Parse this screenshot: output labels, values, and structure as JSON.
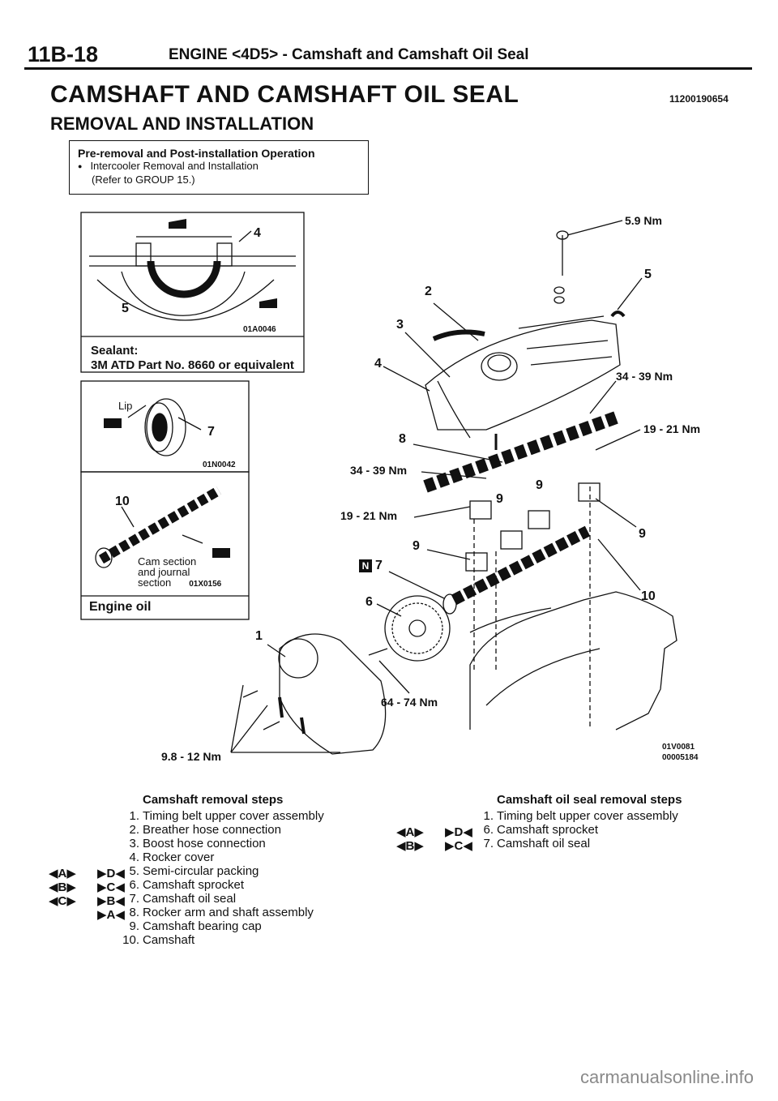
{
  "header": {
    "code": "11B-18",
    "title": "ENGINE <4D5> - Camshaft and Camshaft Oil Seal"
  },
  "title": "CAMSHAFT AND CAMSHAFT OIL SEAL",
  "doc_number": "11200190654",
  "subtitle": "REMOVAL AND INSTALLATION",
  "pre_removal": {
    "heading": "Pre-removal and Post-installation Operation",
    "item": "Intercooler Removal and Installation",
    "note": "(Refer to GROUP 15.)"
  },
  "inset_sealant": {
    "label_4": "4",
    "label_5": "5",
    "code": "01A0046",
    "sealant_title": "Sealant:",
    "sealant_text": "3M ATD Part No. 8660 or equivalent"
  },
  "inset_lip": {
    "lip": "Lip",
    "label_7": "7",
    "code": "01N0042"
  },
  "inset_cam": {
    "label_10": "10",
    "cam_line1": "Cam section",
    "cam_line2": "and journal",
    "cam_line3": "section",
    "code": "01X0156",
    "engine_oil": "Engine oil"
  },
  "diagram": {
    "torque_top": "5.9 Nm",
    "torque_34_right": "34 - 39 Nm",
    "torque_19_right": "19 - 21 Nm",
    "torque_34_left": "34 - 39 Nm",
    "torque_19_left": "19 - 21 Nm",
    "torque_64": "64 - 74 Nm",
    "torque_98": "9.8 - 12 Nm",
    "n1": "1",
    "n2": "2",
    "n3": "3",
    "n4": "4",
    "n5": "5",
    "n6": "6",
    "n7": "7",
    "n8": "8",
    "n9a": "9",
    "n9b": "9",
    "n9c": "9",
    "n9d": "9",
    "n10": "10",
    "new_part": "N",
    "code1": "01V0081",
    "code2": "00005184"
  },
  "removal_steps": {
    "heading": "Camshaft removal steps",
    "steps": [
      {
        "n": "1.",
        "t": "Timing belt upper cover assembly"
      },
      {
        "n": "2.",
        "t": "Breather hose connection"
      },
      {
        "n": "3.",
        "t": "Boost hose connection"
      },
      {
        "n": "4.",
        "t": "Rocker cover"
      },
      {
        "n": "5.",
        "t": "Semi-circular packing"
      },
      {
        "n": "6.",
        "t": "Camshaft sprocket"
      },
      {
        "n": "7.",
        "t": "Camshaft oil seal"
      },
      {
        "n": "8.",
        "t": "Rocker arm and shaft assembly"
      },
      {
        "n": "9.",
        "t": "Camshaft bearing cap"
      },
      {
        "n": "10.",
        "t": "Camshaft"
      }
    ],
    "marks": [
      {
        "a": "◀A▶",
        "b": "▶D◀"
      },
      {
        "a": "◀B▶",
        "b": "▶C◀"
      },
      {
        "a": "◀C▶",
        "b": "▶B◀"
      },
      {
        "a": "",
        "b": "▶A◀"
      }
    ]
  },
  "seal_steps": {
    "heading": "Camshaft oil seal removal steps",
    "steps": [
      {
        "n": "1.",
        "t": "Timing belt upper cover assembly"
      },
      {
        "n": "6.",
        "t": "Camshaft sprocket"
      },
      {
        "n": "7.",
        "t": "Camshaft oil seal"
      }
    ],
    "marks": [
      {
        "a": "◀A▶",
        "b": "▶D◀"
      },
      {
        "a": "◀B▶",
        "b": "▶C◀"
      }
    ]
  },
  "watermark": "carmanualsonline.info"
}
